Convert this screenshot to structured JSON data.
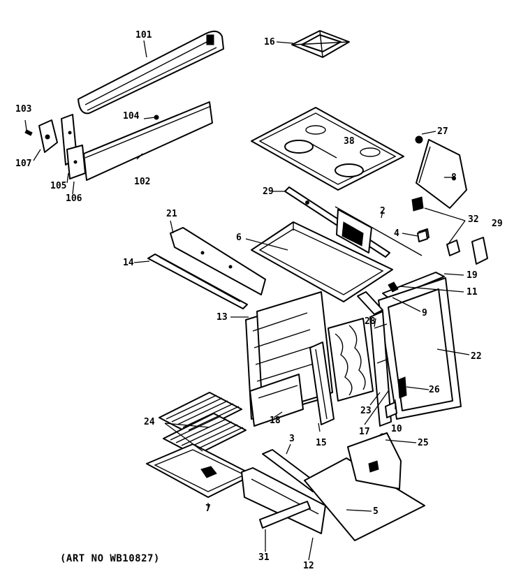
{
  "caption": "(ART NO WB10827)",
  "labels": {
    "p101": "101",
    "p102": "102",
    "p103": "103",
    "p104": "104",
    "p105": "105",
    "p106": "106",
    "p107": "107",
    "p16": "16",
    "p27": "27",
    "p38": "38",
    "p29a": "29",
    "p29b": "29",
    "p8a": "8",
    "p2": "2",
    "p21": "21",
    "p32": "32",
    "p4": "4",
    "p6": "6",
    "p14": "14",
    "p19": "19",
    "p11": "11",
    "p9": "9",
    "p13": "13",
    "p28": "28",
    "p22": "22",
    "p26": "26",
    "p18": "18",
    "p23": "23",
    "p17": "17",
    "p10": "10",
    "p24": "24",
    "p15": "15",
    "p25": "25",
    "p3": "3",
    "p7": "7",
    "p5": "5",
    "p31": "31",
    "p12": "12"
  }
}
